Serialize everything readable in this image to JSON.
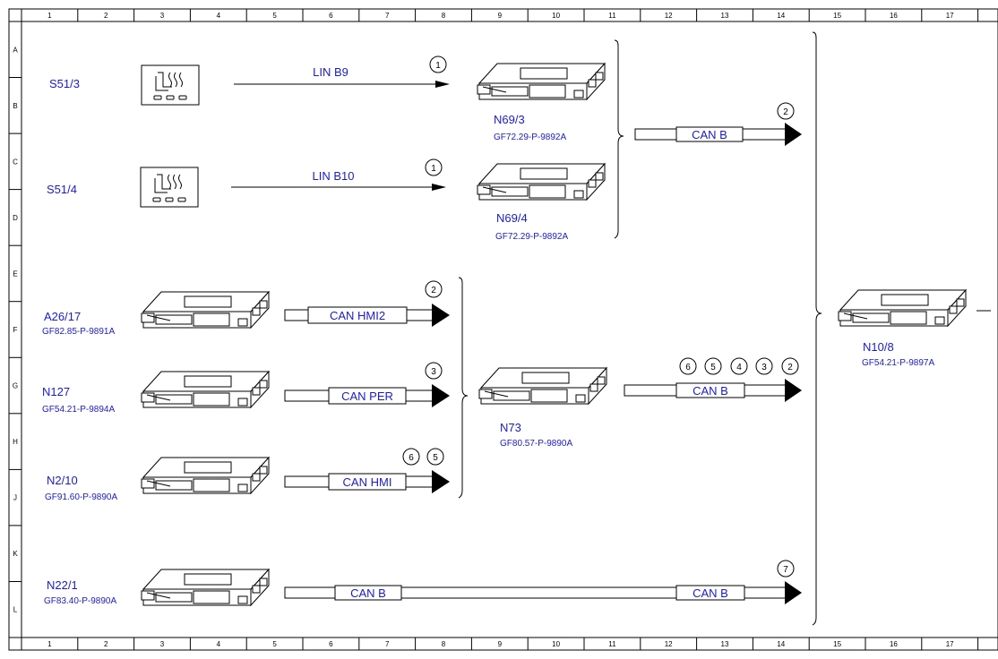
{
  "colors": {
    "label": "#1a1ad6",
    "line": "#000000"
  },
  "ruler": {
    "columns": [
      "1",
      "2",
      "3",
      "4",
      "5",
      "6",
      "7",
      "8",
      "9",
      "10",
      "11",
      "12",
      "13",
      "14",
      "15",
      "16",
      "17"
    ],
    "rows": [
      "A",
      "B",
      "C",
      "D",
      "E",
      "F",
      "G",
      "H",
      "J",
      "K",
      "L"
    ]
  },
  "switches": [
    {
      "id": "S51/3",
      "icon": "seat-heater-icon"
    },
    {
      "id": "S51/4",
      "icon": "seat-heater-icon"
    }
  ],
  "lin_links": [
    {
      "label": "LIN B9",
      "marker": "1"
    },
    {
      "label": "LIN B10",
      "marker": "1"
    }
  ],
  "modules": [
    {
      "key": "n69_3",
      "id": "N69/3",
      "ref": "GF72.29-P-9892A"
    },
    {
      "key": "n69_4",
      "id": "N69/4",
      "ref": "GF72.29-P-9892A"
    },
    {
      "key": "a26_17",
      "id": "A26/17",
      "ref": "GF82.85-P-9891A"
    },
    {
      "key": "n127",
      "id": "N127",
      "ref": "GF54.21-P-9894A"
    },
    {
      "key": "n2_10",
      "id": "N2/10",
      "ref": "GF91.60-P-9890A"
    },
    {
      "key": "n22_1",
      "id": "N22/1",
      "ref": "GF83.40-P-9890A"
    },
    {
      "key": "n73",
      "id": "N73",
      "ref": "GF80.57-P-9890A"
    },
    {
      "key": "n10_8",
      "id": "N10/8",
      "ref": "GF54.21-P-9897A"
    }
  ],
  "buses": [
    {
      "key": "can_b_top",
      "label": "CAN B",
      "markers": [
        "2"
      ]
    },
    {
      "key": "can_hmi2",
      "label": "CAN HMI2",
      "markers": [
        "2"
      ]
    },
    {
      "key": "can_per",
      "label": "CAN PER",
      "markers": [
        "3"
      ]
    },
    {
      "key": "can_hmi",
      "label": "CAN HMI",
      "markers": [
        "6",
        "5"
      ]
    },
    {
      "key": "can_b_mid",
      "label": "CAN B",
      "markers": [
        "6",
        "5",
        "4",
        "3",
        "2"
      ]
    },
    {
      "key": "can_b_bottom_left",
      "label": "CAN B",
      "markers": []
    },
    {
      "key": "can_b_bottom_right",
      "label": "CAN B",
      "markers": [
        "7"
      ]
    }
  ]
}
